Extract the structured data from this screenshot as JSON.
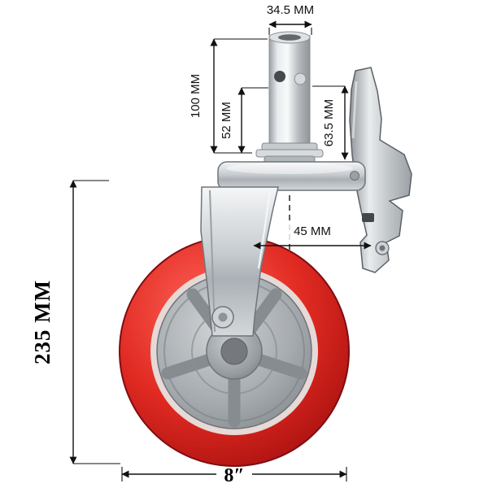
{
  "diagram": {
    "subject": "Scaffolding caster wheel with brake - dimension diagram",
    "dimensions": {
      "stem_diameter": "34.5 MM",
      "stem_height": "100 MM",
      "stem_lower": "52 MM",
      "stem_upper": "63.5 MM",
      "center_offset": "45 MM",
      "overall_height": "235 MM",
      "wheel_diameter": "8″"
    },
    "colors": {
      "tire_red": "#d9221c",
      "hub_gray": "#9aa0a4",
      "metal_silver": "#c9cdd0",
      "dimension_black": "#111111",
      "background": "#ffffff"
    }
  }
}
